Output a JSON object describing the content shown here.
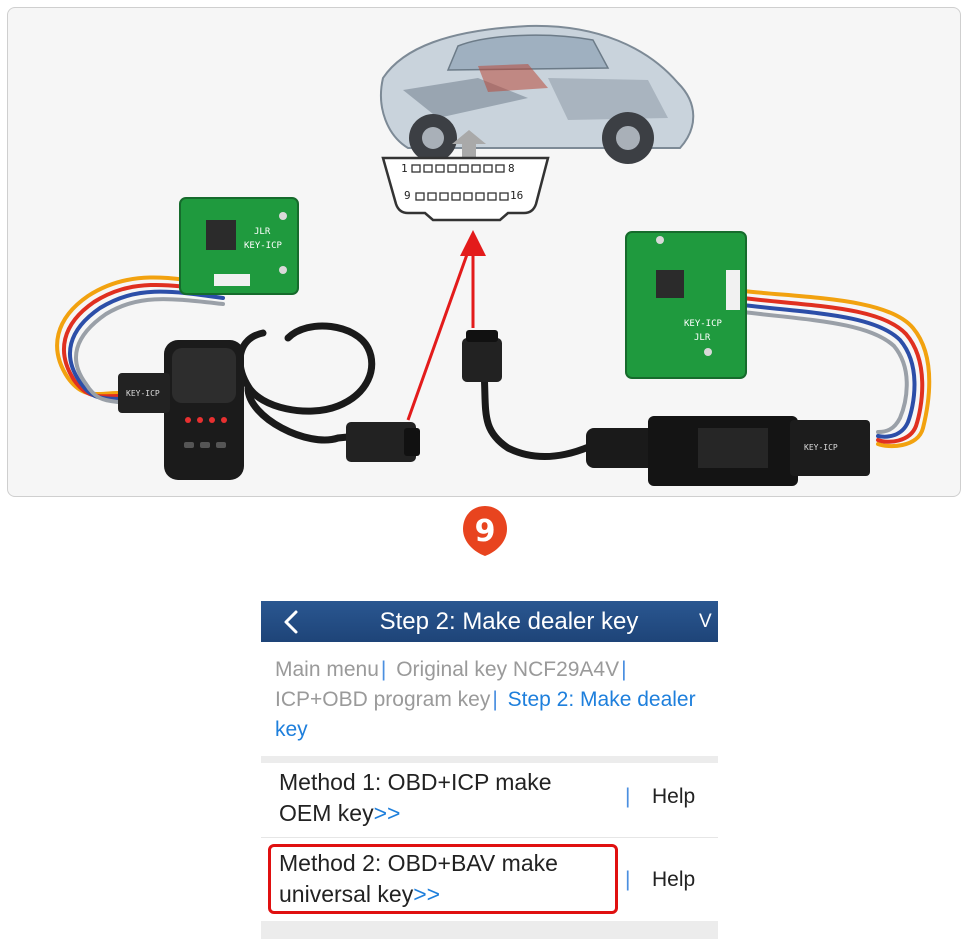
{
  "illustration": {
    "obd_pins_top_start": "1",
    "obd_pins_top_end": "8",
    "obd_pins_bottom_start": "9",
    "obd_pins_bottom_end": "16",
    "left_board_silk_1": "JLR",
    "left_board_silk_2": "KEY-ICP",
    "right_board_silk_1": "KEY-ICP",
    "right_board_silk_2": "JLR",
    "adapter_silk": "KEY-ICP",
    "accent_arrow": "#e31b1b"
  },
  "step_badge": {
    "number": "9",
    "color": "#e8441f"
  },
  "app": {
    "header": {
      "title": "Step 2: Make dealer key",
      "right_char": "V",
      "bg": "#22508a"
    },
    "breadcrumb": [
      {
        "label": "Main menu",
        "current": false
      },
      {
        "label": "Original key NCF29A4V",
        "current": false
      },
      {
        "label": "ICP+OBD program key",
        "current": false
      },
      {
        "label": "Step 2: Make dealer key",
        "current": true
      }
    ],
    "breadcrumb_sep": "|",
    "methods": [
      {
        "line1": "Method 1: OBD+ICP make",
        "line2": "OEM key",
        "arrows": ">>",
        "sep": "|",
        "help": "Help"
      },
      {
        "line1": "Method 2: OBD+BAV make",
        "line2": "universal key",
        "arrows": ">>",
        "sep": "|",
        "help": "Help"
      }
    ]
  }
}
